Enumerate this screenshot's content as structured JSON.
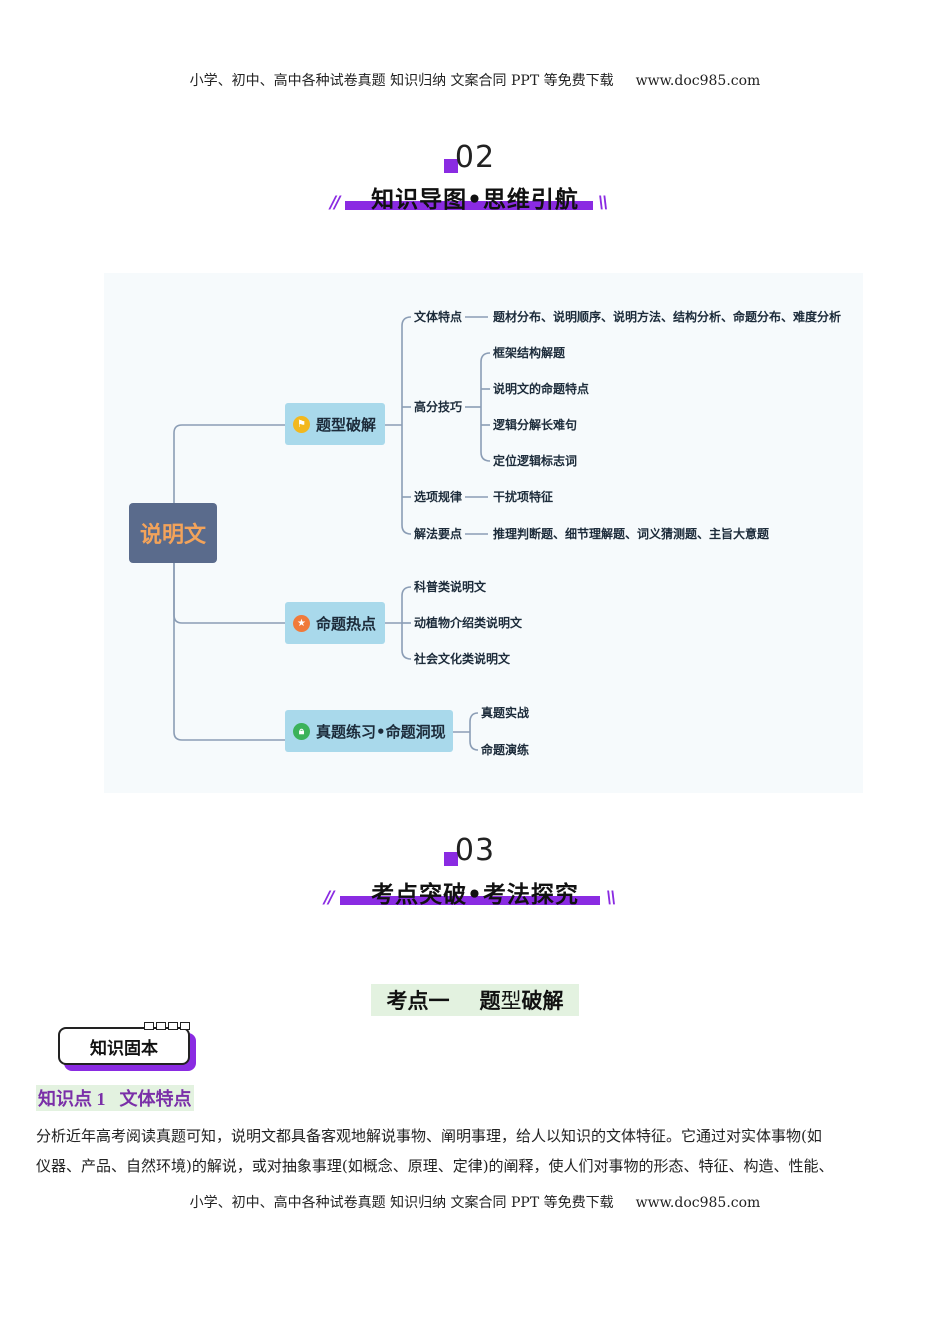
{
  "header": {
    "text": "小学、初中、高中各种试卷真题  知识归纳  文案合同  PPT 等免费下载",
    "site": "www.doc985.com"
  },
  "section2": {
    "number": "02",
    "title": "知识导图•思维引航"
  },
  "mindmap": {
    "root": "说明文",
    "branches": [
      {
        "label": "题型破解",
        "icon": "flag-icon",
        "children": [
          {
            "label": "文体特点",
            "children": [
              "题材分布、说明顺序、说明方法、结构分析、命题分布、难度分析"
            ]
          },
          {
            "label": "高分技巧",
            "children": [
              "框架结构解题",
              "说明文的命题特点",
              "逻辑分解长难句",
              "定位逻辑标志词"
            ]
          },
          {
            "label": "选项规律",
            "children": [
              "干扰项特征"
            ]
          },
          {
            "label": "解法要点",
            "children": [
              "推理判断题、细节理解题、词义猜测题、主旨大意题"
            ]
          }
        ]
      },
      {
        "label": "命题热点",
        "icon": "star-icon",
        "children": [
          "科普类说明文",
          "动植物介绍类说明文",
          "社会文化类说明文"
        ]
      },
      {
        "label": "真题练习•命题洞现",
        "icon": "lock-icon",
        "children": [
          "真题实战",
          "命题演练"
        ]
      }
    ]
  },
  "section3": {
    "number": "03",
    "title": "考点突破•考法探究"
  },
  "kaodian": {
    "prefix": "考点一",
    "name_a": "题",
    "name_b": "型",
    "name_c": "破解"
  },
  "badge": "知识固本",
  "knowledge_point": {
    "label": "知识点 1",
    "title": "文体特点"
  },
  "paragraph": {
    "line1": "分析近年高考阅读真题可知，说明文都具备客观地解说事物、阐明事理，给人以知识的文体特征。它通过对实体事物(如",
    "line2": "仪器、产品、自然环境)的解说，或对抽象事理(如概念、原理、定律)的阐释，使人们对事物的形态、特征、构造、性能、"
  },
  "footer": {
    "text": "小学、初中、高中各种试卷真题  知识归纳  文案合同  PPT 等免费下载",
    "site": "www.doc985.com"
  },
  "colors": {
    "accent": "#8a2be2",
    "root_bg": "#5a6b8c",
    "root_text": "#f3a35a",
    "branch_bg": "#a9d9eb",
    "highlight": "#e3f2e0",
    "kp_text": "#7a2fa8"
  }
}
